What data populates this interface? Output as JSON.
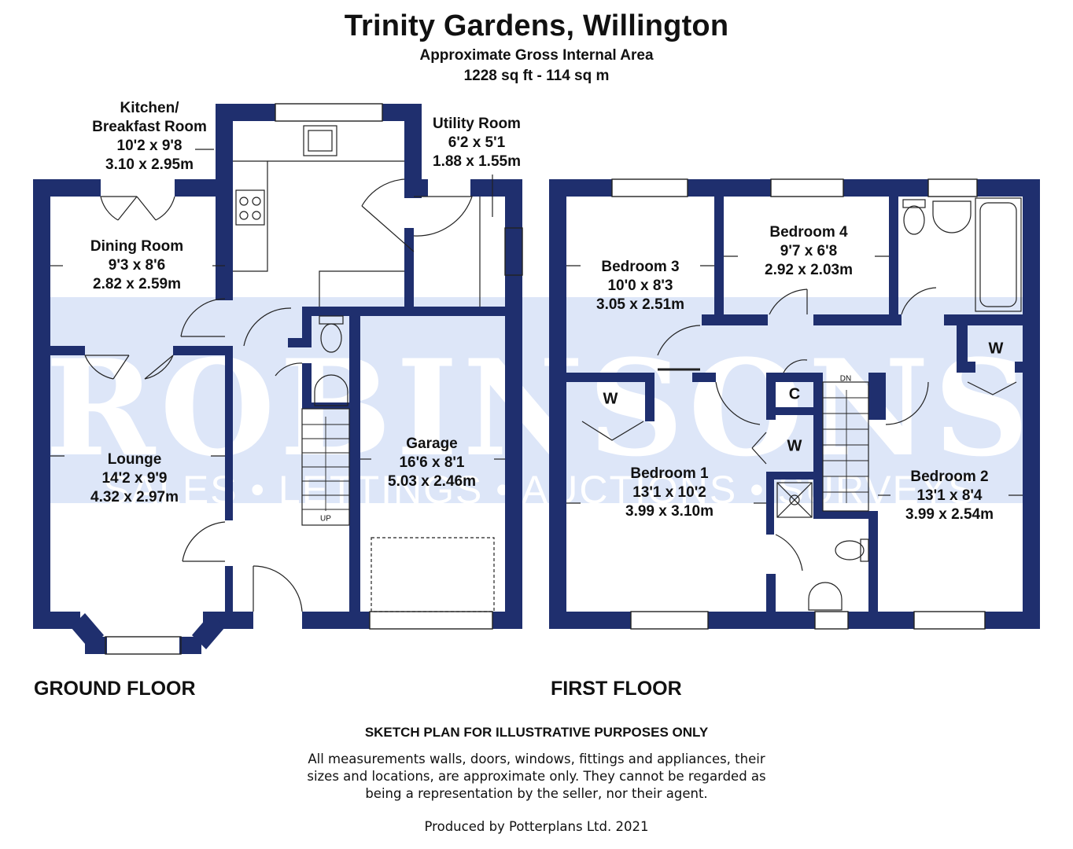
{
  "header": {
    "title": "Trinity Gardens, Willington",
    "subtitle_area": "Approximate Gross Internal Area",
    "subtitle_size": "1228 sq ft - 114 sq m"
  },
  "watermark": {
    "brand": "ROBINSONS",
    "services": "SALES • LETTINGS • AUCTIONS • SURVEYS"
  },
  "ground_floor": {
    "label": "GROUND FLOOR",
    "rooms": [
      {
        "name": "Kitchen/ Breakfast Room",
        "name_line1": "Kitchen/",
        "name_line2": "Breakfast Room",
        "imperial": "10'2 x 9'8",
        "metric": "3.10 x 2.95m"
      },
      {
        "name": "Utility Room",
        "imperial": "6'2 x 5'1",
        "metric": "1.88 x 1.55m"
      },
      {
        "name": "Dining Room",
        "imperial": "9'3 x 8'6",
        "metric": "2.82 x 2.59m"
      },
      {
        "name": "Lounge",
        "imperial": "14'2 x 9'9",
        "metric": "4.32 x 2.97m"
      },
      {
        "name": "Garage",
        "imperial": "16'6 x 8'1",
        "metric": "5.03 x 2.46m"
      }
    ],
    "stair_label": "UP"
  },
  "first_floor": {
    "label": "FIRST FLOOR",
    "rooms": [
      {
        "name": "Bedroom 3",
        "imperial": "10'0 x 8'3",
        "metric": "3.05 x 2.51m"
      },
      {
        "name": "Bedroom 4",
        "imperial": "9'7 x 6'8",
        "metric": "2.92 x 2.03m"
      },
      {
        "name": "Bedroom 1",
        "imperial": "13'1 x 10'2",
        "metric": "3.99 x 3.10m"
      },
      {
        "name": "Bedroom 2",
        "imperial": "13'1 x 8'4",
        "metric": "3.99 x 2.54m"
      }
    ],
    "tags": [
      "W",
      "W",
      "W",
      "C"
    ],
    "stair_label": "DN"
  },
  "disclaimer": {
    "title": "SKETCH PLAN FOR ILLUSTRATIVE PURPOSES ONLY",
    "body": "All measurements walls, doors, windows, fittings and appliances, their sizes and locations, are approximate only. They cannot be regarded as being a representation by the seller, nor their agent.",
    "produced_by": "Produced by Potterplans Ltd. 2021"
  },
  "colors": {
    "wall": "#1f2f6e",
    "watermark_band": "#dde6f8",
    "watermark_text": "#ffffff"
  }
}
